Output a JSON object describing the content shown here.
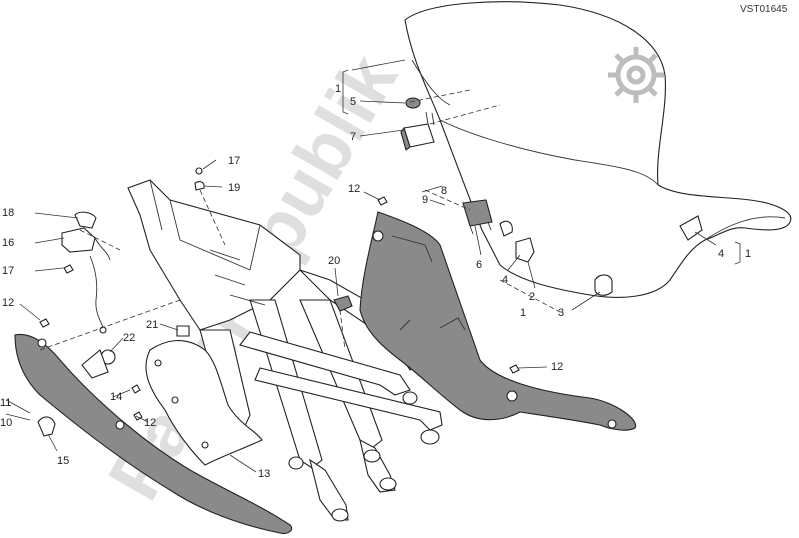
{
  "diagram_code": "VST01645",
  "watermark": "PartsRepublik",
  "labels": [
    {
      "id": "callout-1-seat",
      "text": "1"
    },
    {
      "id": "callout-5",
      "text": "5"
    },
    {
      "id": "callout-7",
      "text": "7"
    },
    {
      "id": "callout-12-top",
      "text": "12"
    },
    {
      "id": "callout-9",
      "text": "9"
    },
    {
      "id": "callout-8",
      "text": "8"
    },
    {
      "id": "callout-17-top",
      "text": "17"
    },
    {
      "id": "callout-19",
      "text": "19"
    },
    {
      "id": "callout-18",
      "text": "18"
    },
    {
      "id": "callout-16",
      "text": "16"
    },
    {
      "id": "callout-17-left",
      "text": "17"
    },
    {
      "id": "callout-20",
      "text": "20"
    },
    {
      "id": "callout-6",
      "text": "6"
    },
    {
      "id": "callout-4-mid",
      "text": "4"
    },
    {
      "id": "callout-2",
      "text": "2"
    },
    {
      "id": "callout-1-mid",
      "text": "1"
    },
    {
      "id": "callout-3",
      "text": "3"
    },
    {
      "id": "callout-4-right",
      "text": "4"
    },
    {
      "id": "callout-1-right",
      "text": "1"
    },
    {
      "id": "callout-12-left",
      "text": "12"
    },
    {
      "id": "callout-21",
      "text": "21"
    },
    {
      "id": "callout-22",
      "text": "22"
    },
    {
      "id": "callout-11",
      "text": "11"
    },
    {
      "id": "callout-10",
      "text": "10"
    },
    {
      "id": "callout-14",
      "text": "14"
    },
    {
      "id": "callout-12-bottom",
      "text": "12"
    },
    {
      "id": "callout-15",
      "text": "15"
    },
    {
      "id": "callout-13",
      "text": "13"
    },
    {
      "id": "callout-12-right",
      "text": "12"
    }
  ]
}
